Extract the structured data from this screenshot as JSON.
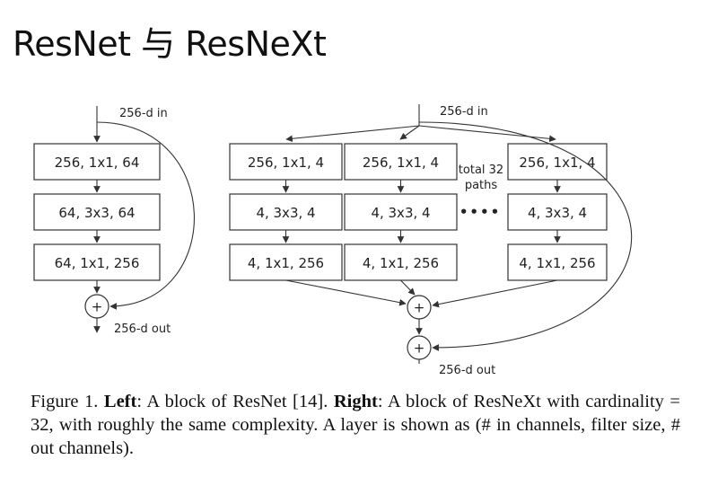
{
  "title": "ResNet 与 ResNeXt",
  "diagram": {
    "left_block": {
      "input_label": "256-d in",
      "output_label": "256-d out",
      "layers": [
        "256, 1x1, 64",
        "64, 3x3, 64",
        "64, 1x1, 256"
      ]
    },
    "right_block": {
      "input_label": "256-d in",
      "output_label": "256-d out",
      "paths_note_line1": "total 32",
      "paths_note_line2": "paths",
      "ellipsis": "••••",
      "path_layers": [
        "256, 1x1, 4",
        "4, 3x3, 4",
        "4, 1x1, 256"
      ]
    },
    "sum_symbol": "+"
  },
  "caption": {
    "fig_label": "Figure 1. ",
    "left_bold": "Left",
    "left_text": ":  A block of ResNet [14].  ",
    "right_bold": "Right",
    "right_text": ":  A block of ResNeXt with cardinality = 32, with roughly the same complexity. A layer is shown as (# in channels, filter size, # out channels)."
  }
}
